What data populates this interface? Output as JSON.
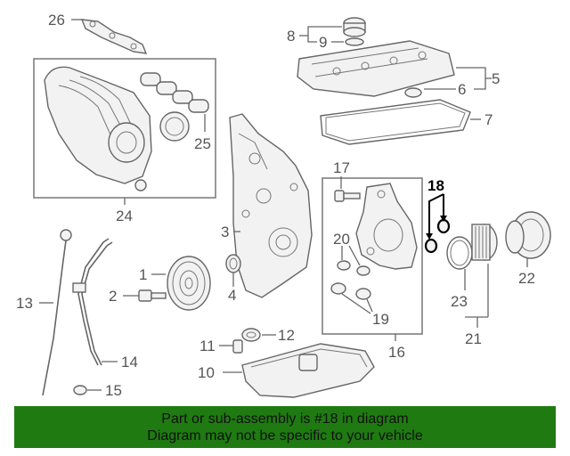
{
  "callouts": {
    "c1": "1",
    "c2": "2",
    "c3": "3",
    "c4": "4",
    "c5": "5",
    "c6": "6",
    "c7": "7",
    "c8": "8",
    "c9": "9",
    "c10": "10",
    "c11": "11",
    "c12": "12",
    "c13": "13",
    "c14": "14",
    "c15": "15",
    "c16": "16",
    "c17": "17",
    "c18": "18",
    "c19": "19",
    "c20": "20",
    "c21": "21",
    "c22": "22",
    "c23": "23",
    "c24": "24",
    "c25": "25",
    "c26": "26"
  },
  "highlighted_part": "18",
  "colors": {
    "banner": "#1f7a12",
    "highlight": "#000000",
    "line": "#666666"
  },
  "banner": {
    "line1": "Part or sub-assembly is #18 in diagram",
    "line2": "Diagram may not be specific to your vehicle"
  }
}
